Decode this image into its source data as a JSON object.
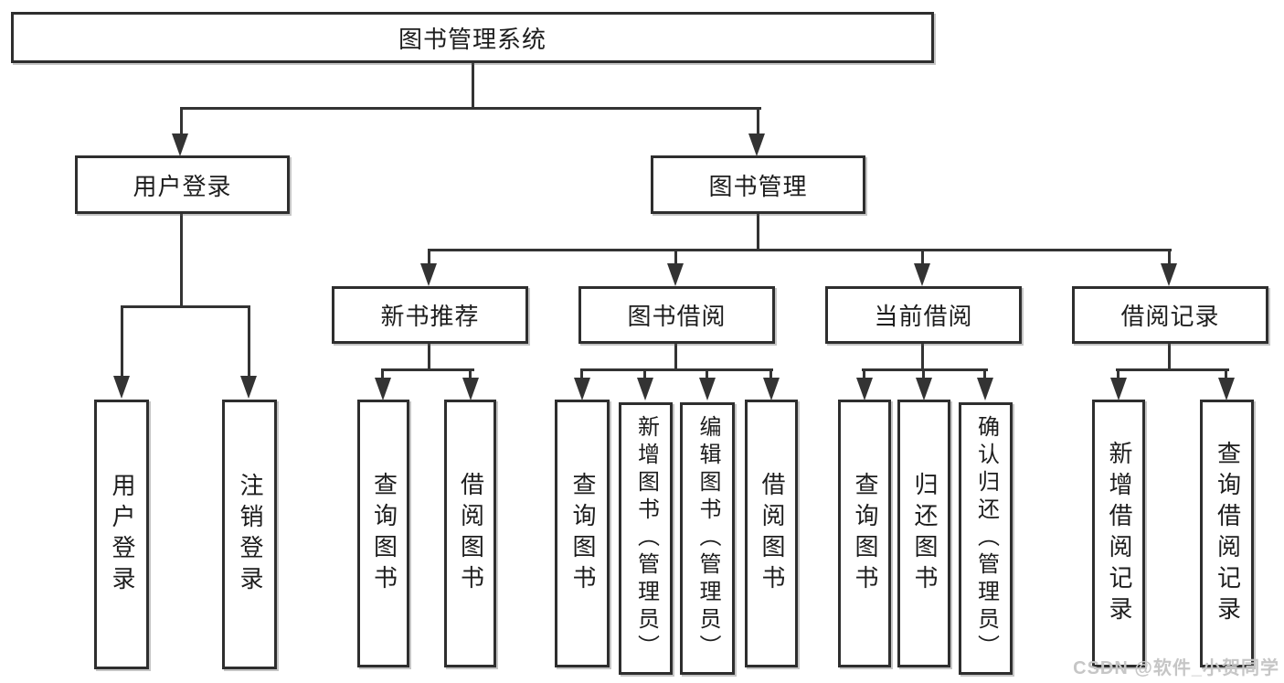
{
  "colors": {
    "background": "#ffffff",
    "line": "#333333",
    "box_border": "#2e2e2e",
    "text": "#1d1d1d",
    "watermark": "#c6c6c6"
  },
  "tree": {
    "root": {
      "label": "图书管理系统"
    },
    "branches": [
      {
        "label": "用户登录",
        "children": [
          {
            "label": "用户登录"
          },
          {
            "label": "注销登录"
          }
        ]
      },
      {
        "label": "图书管理",
        "children": [
          {
            "label": "新书推荐",
            "children": [
              {
                "label": "查询图书"
              },
              {
                "label": "借阅图书"
              }
            ]
          },
          {
            "label": "图书借阅",
            "children": [
              {
                "label": "查询图书"
              },
              {
                "label": "新增图书（管理员）"
              },
              {
                "label": "编辑图书（管理员）"
              },
              {
                "label": "借阅图书"
              }
            ]
          },
          {
            "label": "当前借阅",
            "children": [
              {
                "label": "查询图书"
              },
              {
                "label": "归还图书"
              },
              {
                "label": "确认归还（管理员）"
              }
            ]
          },
          {
            "label": "借阅记录",
            "children": [
              {
                "label": "新增借阅记录"
              },
              {
                "label": "查询借阅记录"
              }
            ]
          }
        ]
      }
    ]
  },
  "watermark": {
    "text": "CSDN @软件_小贺同学"
  }
}
